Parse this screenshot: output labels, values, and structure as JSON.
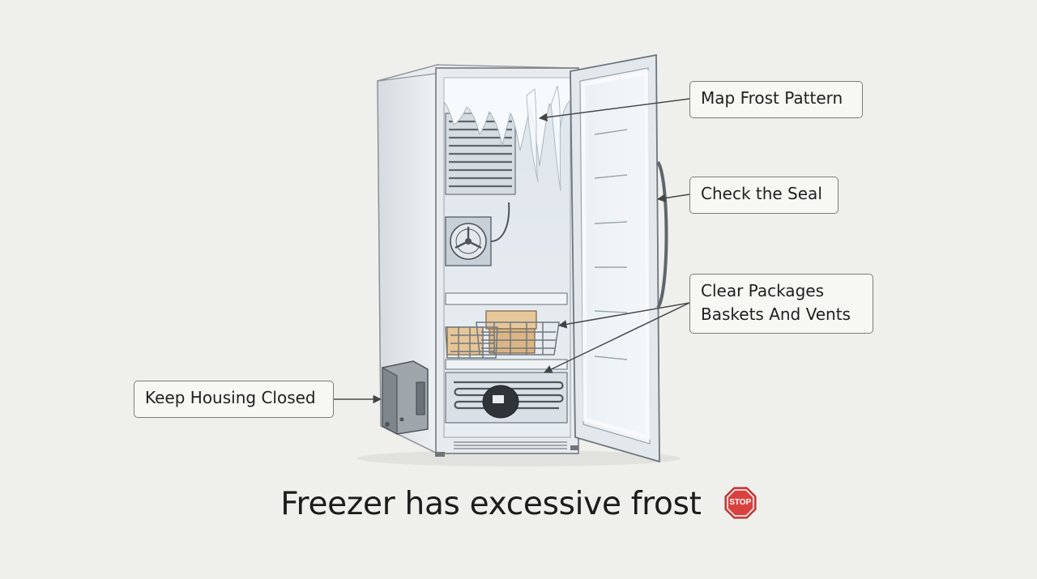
{
  "callouts": {
    "frost": {
      "label": "Map Frost Pattern"
    },
    "seal": {
      "label": "Check the Seal"
    },
    "packages": {
      "line1": "Clear Packages",
      "line2": "Baskets And Vents"
    },
    "housing": {
      "label": "Keep Housing Closed"
    }
  },
  "caption": {
    "text": "Freezer has excessive frost",
    "stop_sign_label": "STOP",
    "stop_sign_icon": "stop-sign-icon"
  },
  "colors": {
    "background": "#efefec",
    "cabinet": "#e4e8ec",
    "frost": "#f5f9fc",
    "stop_red": "#d8423e",
    "callout_border": "#7c7c7c",
    "leader_line": "#555555"
  }
}
